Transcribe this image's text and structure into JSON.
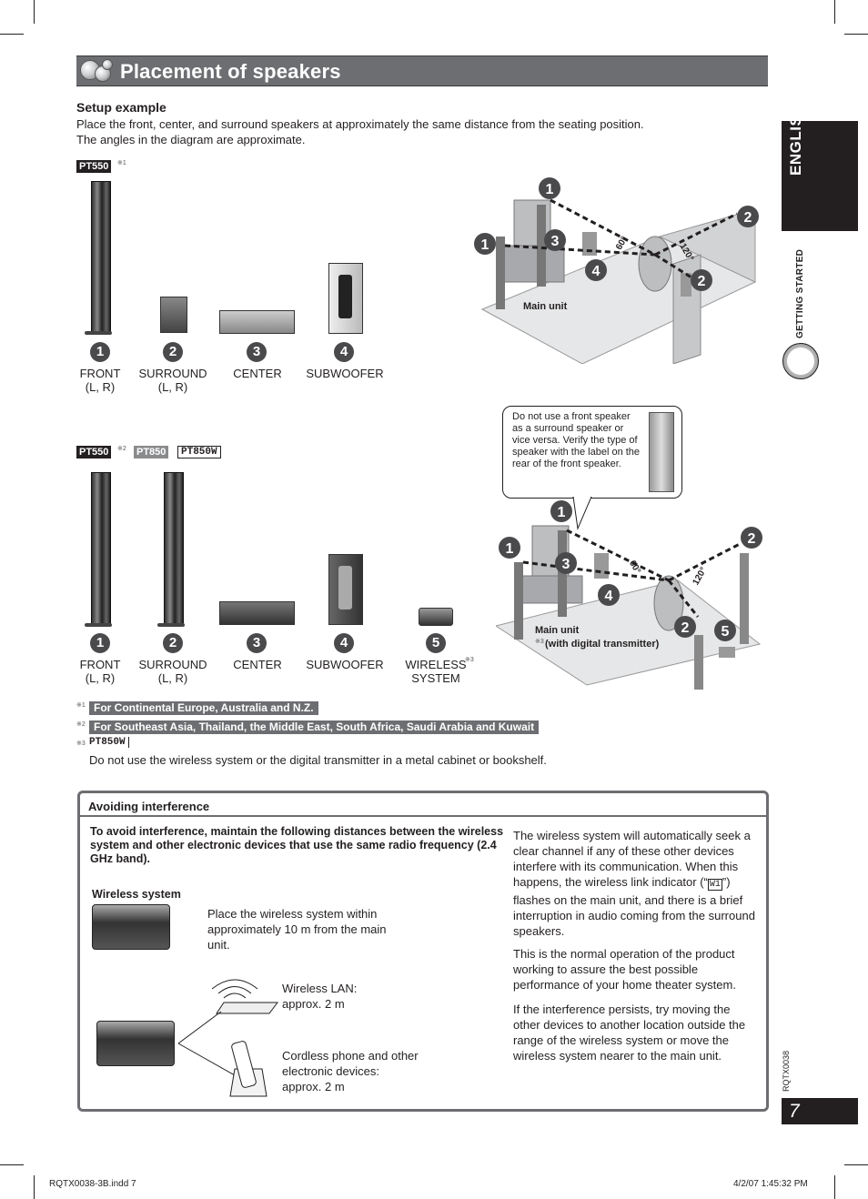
{
  "header": {
    "title": "Placement of speakers"
  },
  "setup": {
    "heading": "Setup example",
    "line1": "Place the front, center, and surround speakers at approximately the same distance from the seating position.",
    "line2": "The angles in the diagram are approximate."
  },
  "set1": {
    "tag": "PT550",
    "sup": "※1",
    "items": [
      {
        "num": "1",
        "label1": "FRONT",
        "label2": "(L, R)"
      },
      {
        "num": "2",
        "label1": "SURROUND",
        "label2": "(L, R)"
      },
      {
        "num": "3",
        "label1": "CENTER",
        "label2": ""
      },
      {
        "num": "4",
        "label1": "SUBWOOFER",
        "label2": ""
      }
    ],
    "diagram": {
      "main_unit": "Main unit",
      "angle1": "60°",
      "angle2": "120°"
    }
  },
  "callout": {
    "text": "Do not use a front speaker as a surround speaker or vice versa. Verify the type of speaker with the label on the rear of the front speaker."
  },
  "set2": {
    "tag1": "PT550",
    "sup": "※2",
    "tag2": "PT850",
    "tag3": "PT850W",
    "items": [
      {
        "num": "1",
        "label1": "FRONT",
        "label2": "(L, R)"
      },
      {
        "num": "2",
        "label1": "SURROUND",
        "label2": "(L, R)"
      },
      {
        "num": "3",
        "label1": "CENTER",
        "label2": ""
      },
      {
        "num": "4",
        "label1": "SUBWOOFER",
        "label2": ""
      },
      {
        "num": "5",
        "label1": "WIRELESS",
        "label2": "SYSTEM",
        "sup": "※3"
      }
    ],
    "diagram": {
      "main_unit": "Main unit",
      "sup": "※3",
      "transmitter": "(with digital transmitter)",
      "angle1": "60°",
      "angle2": "120°"
    }
  },
  "notes": {
    "n1_mark": "※1",
    "n1": "For Continental Europe, Australia and N.Z.",
    "n2_mark": "※2",
    "n2": "For Southeast Asia, Thailand, the Middle East, South Africa, Saudi Arabia and Kuwait",
    "n3_mark": "※3",
    "n3_tag": "PT850W",
    "warning": "Do not use the wireless system or the digital transmitter in a metal cabinet or bookshelf."
  },
  "interference": {
    "heading": "Avoiding interference",
    "intro": "To avoid interference, maintain the following distances between the wireless system and other electronic devices that use the same radio frequency (2.4 GHz band).",
    "wireless_label": "Wireless system",
    "place_text": "Place the wireless system within approximately 10 m from the main unit.",
    "lan_text1": "Wireless LAN:",
    "lan_text2": "approx. 2 m",
    "phone_text1": "Cordless phone and other",
    "phone_text2": "electronic devices:",
    "phone_text3": "approx. 2 m",
    "para1_a": "The wireless system will automatically seek a clear channel if any of these other devices interfere with its communication. When this happens, the wireless link indicator (“",
    "indicator": "W1",
    "para1_b": "”) flashes on the main unit, and there is a brief interruption in audio coming from the surround speakers.",
    "para2": "This is the normal operation of the product working to assure the best possible performance of your home theater system.",
    "para3": "If the interference persists, try moving the other devices to another location outside the range of the wireless system or move the wireless system nearer to the main unit."
  },
  "sidebar": {
    "language": "ENGLISH",
    "section": "GETTING STARTED",
    "code": "RQTX0038",
    "page": "7"
  },
  "footer": {
    "left": "RQTX0038-3B.indd   7",
    "right": "4/2/07   1:45:32 PM"
  }
}
